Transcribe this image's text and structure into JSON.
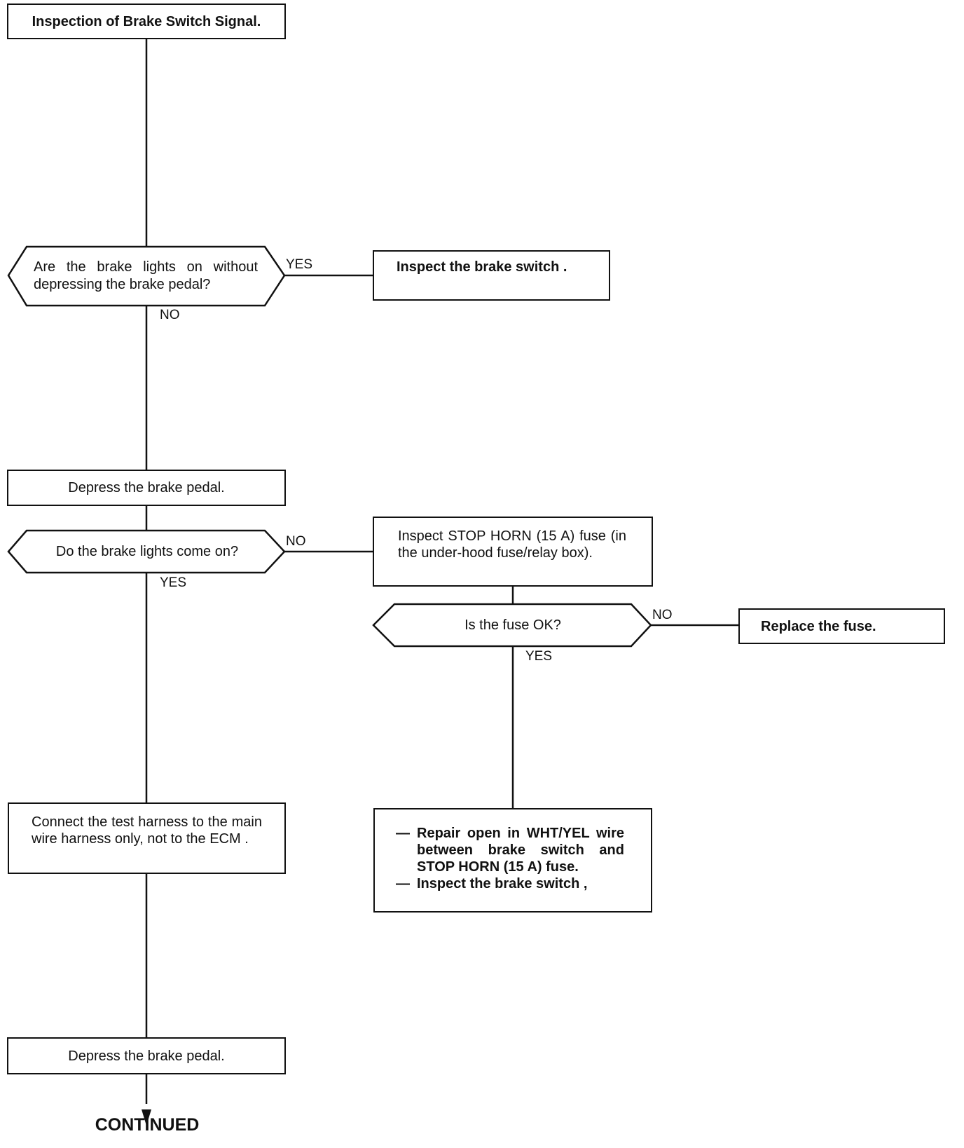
{
  "nodes": {
    "start": "Inspection of Brake Switch Signal.",
    "q_lights_on": "Are the brake lights on without depressing the brake pedal?",
    "inspect_switch": "Inspect the brake switch .",
    "depress_1": "Depress the brake pedal.",
    "q_lights_come_on": "Do the brake lights come on?",
    "inspect_fuse": "Inspect STOP HORN (15 A) fuse (in the under-hood fuse/relay box).",
    "q_fuse_ok": "Is the fuse OK?",
    "replace_fuse": "Replace the fuse.",
    "repair_items": [
      "Repair open in WHT/YEL wire between brake switch and STOP HORN (15 A) fuse.",
      "Inspect the brake switch ,"
    ],
    "connect_harness": "Connect the test harness to the main wire harness only, not to the ECM .",
    "depress_2": "Depress the brake pedal.",
    "continued": "CONTINUED"
  },
  "labels": {
    "q1_yes": "YES",
    "q1_no": "NO",
    "q2_no": "NO",
    "q2_yes": "YES",
    "q3_no": "NO",
    "q3_yes": "YES",
    "dash": "—"
  }
}
